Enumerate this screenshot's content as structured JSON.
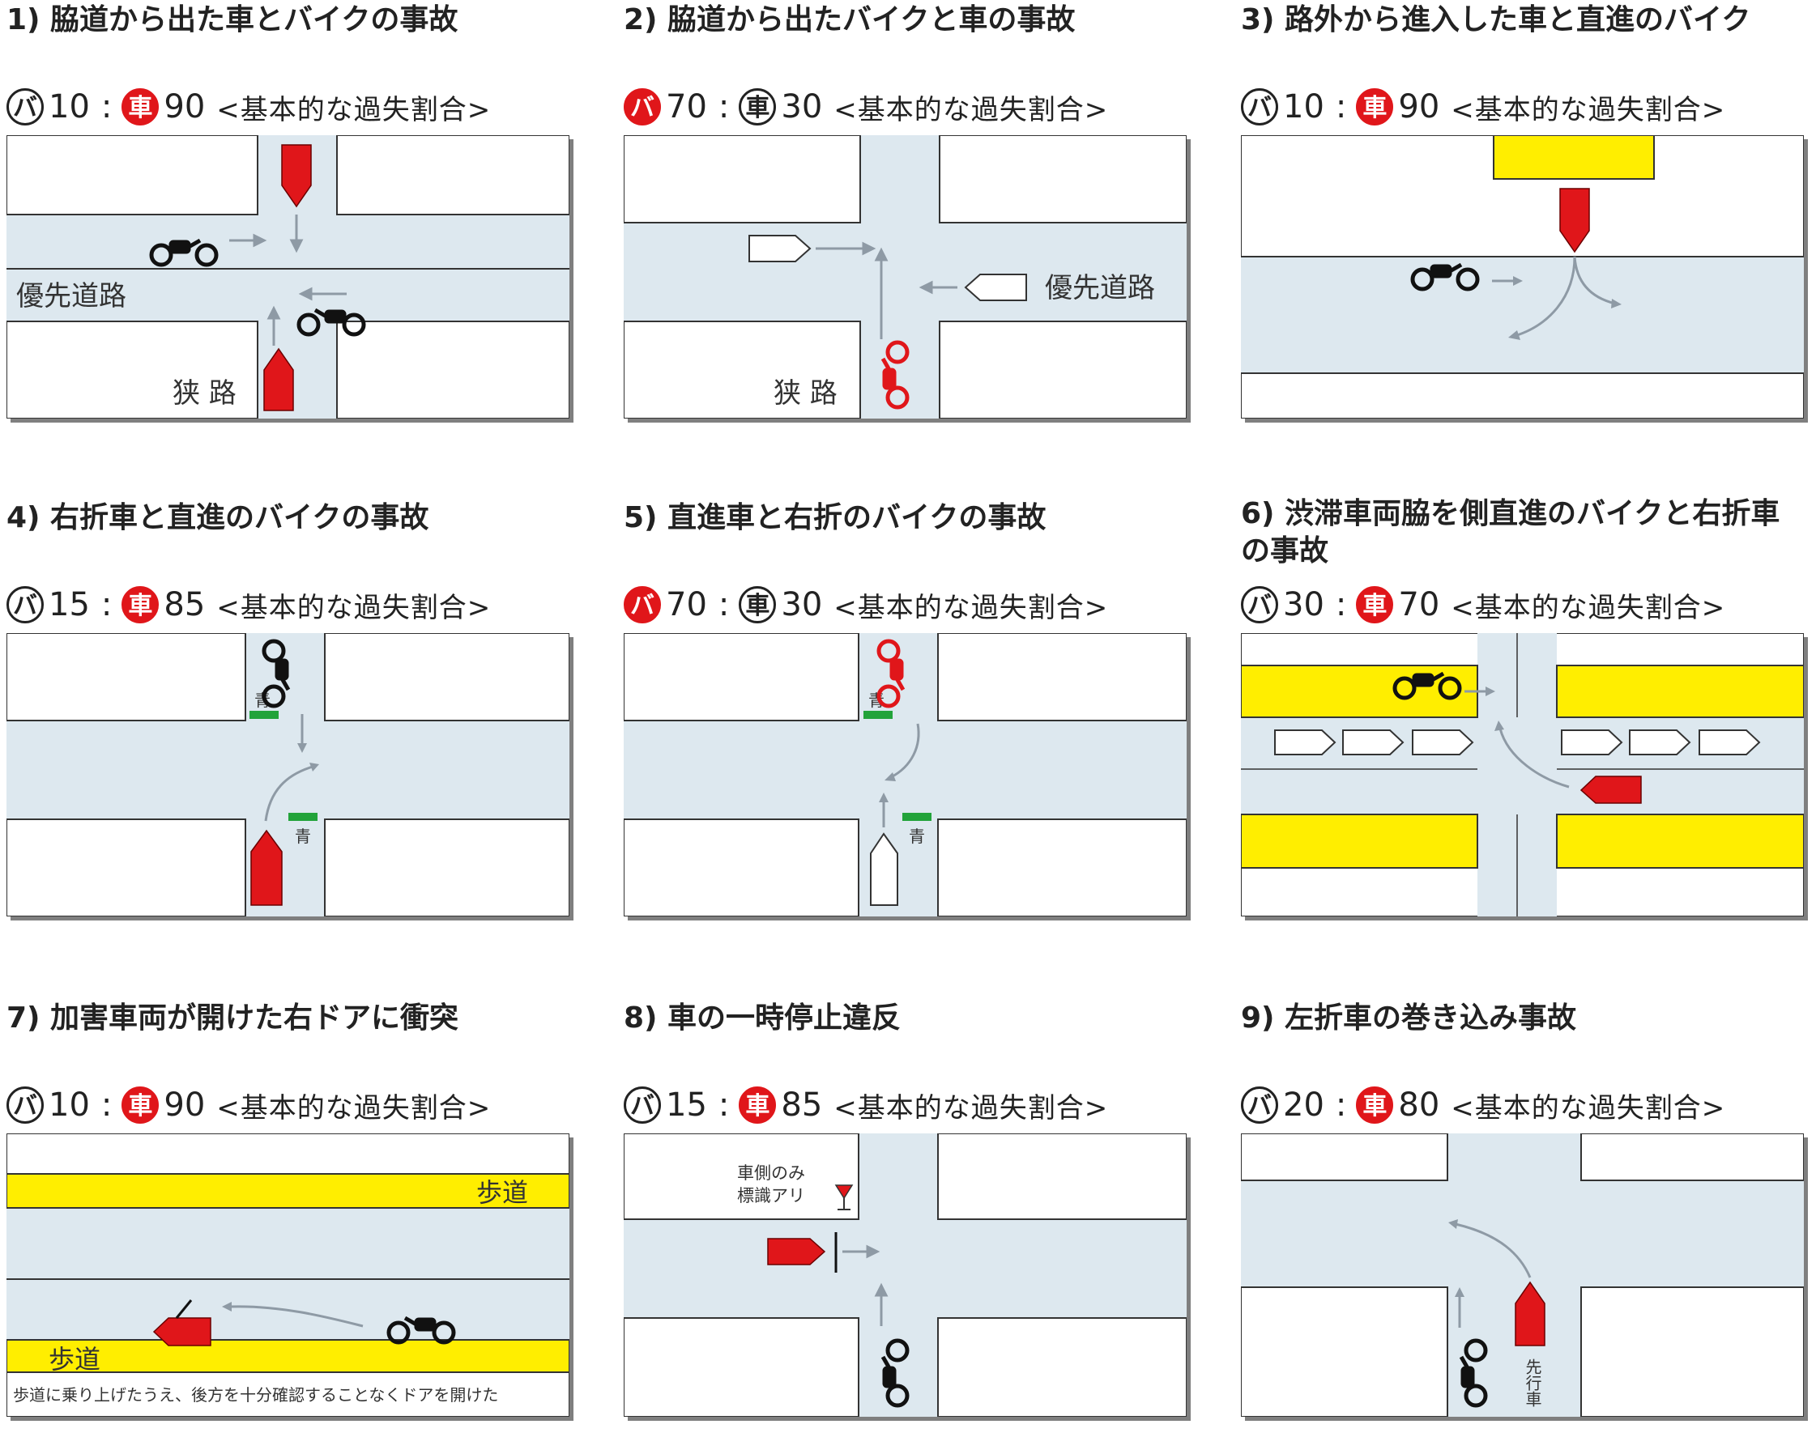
{
  "colors": {
    "road": "#dde8ef",
    "red": "#e0161a",
    "yellow": "#ffee00",
    "green": "#22a33a",
    "arrow": "#8e9aa5"
  },
  "basic_label": "<基本的な過失割合>",
  "bike_symbol": "バ",
  "car_symbol": "車",
  "panels": [
    {
      "title": "1) 脇道から出た車とバイクの事故",
      "bike_ratio": "10",
      "car_ratio": "90",
      "at_fault": "car",
      "labels": {
        "priority": "優先道路",
        "narrow": "狭 路"
      }
    },
    {
      "title": "2) 脇道から出たバイクと車の事故",
      "bike_ratio": "70",
      "car_ratio": "30",
      "at_fault": "bike",
      "labels": {
        "priority": "優先道路",
        "narrow": "狭 路"
      }
    },
    {
      "title": "3) 路外から進入した車と直進のバイク",
      "bike_ratio": "10",
      "car_ratio": "90",
      "at_fault": "car"
    },
    {
      "title": "4) 右折車と直進のバイクの事故",
      "bike_ratio": "15",
      "car_ratio": "85",
      "at_fault": "car",
      "labels": {
        "signal_top": "青",
        "signal_bottom": "青"
      }
    },
    {
      "title": "5) 直進車と右折のバイクの事故",
      "bike_ratio": "70",
      "car_ratio": "30",
      "at_fault": "bike",
      "labels": {
        "signal_top": "青",
        "signal_bottom": "青"
      }
    },
    {
      "title": "6) 渋滞車両脇を側直進のバイクと右折車\nの事故",
      "bike_ratio": "30",
      "car_ratio": "70",
      "at_fault": "car"
    },
    {
      "title": "7) 加害車両が開けた右ドアに衝突",
      "bike_ratio": "10",
      "car_ratio": "90",
      "at_fault": "car",
      "labels": {
        "sidewalk_top": "歩道",
        "sidewalk_bottom": "歩道",
        "note": "歩道に乗り上げたうえ、後方を十分確認することなくドアを開けた"
      }
    },
    {
      "title": "8) 車の一時停止違反",
      "bike_ratio": "15",
      "car_ratio": "85",
      "at_fault": "car",
      "labels": {
        "sign_line1": "車側のみ",
        "sign_line2": "標識アリ"
      }
    },
    {
      "title": "9) 左折車の巻き込み事故",
      "bike_ratio": "20",
      "car_ratio": "80",
      "at_fault": "car",
      "labels": {
        "lead_car": "先行車"
      }
    }
  ]
}
